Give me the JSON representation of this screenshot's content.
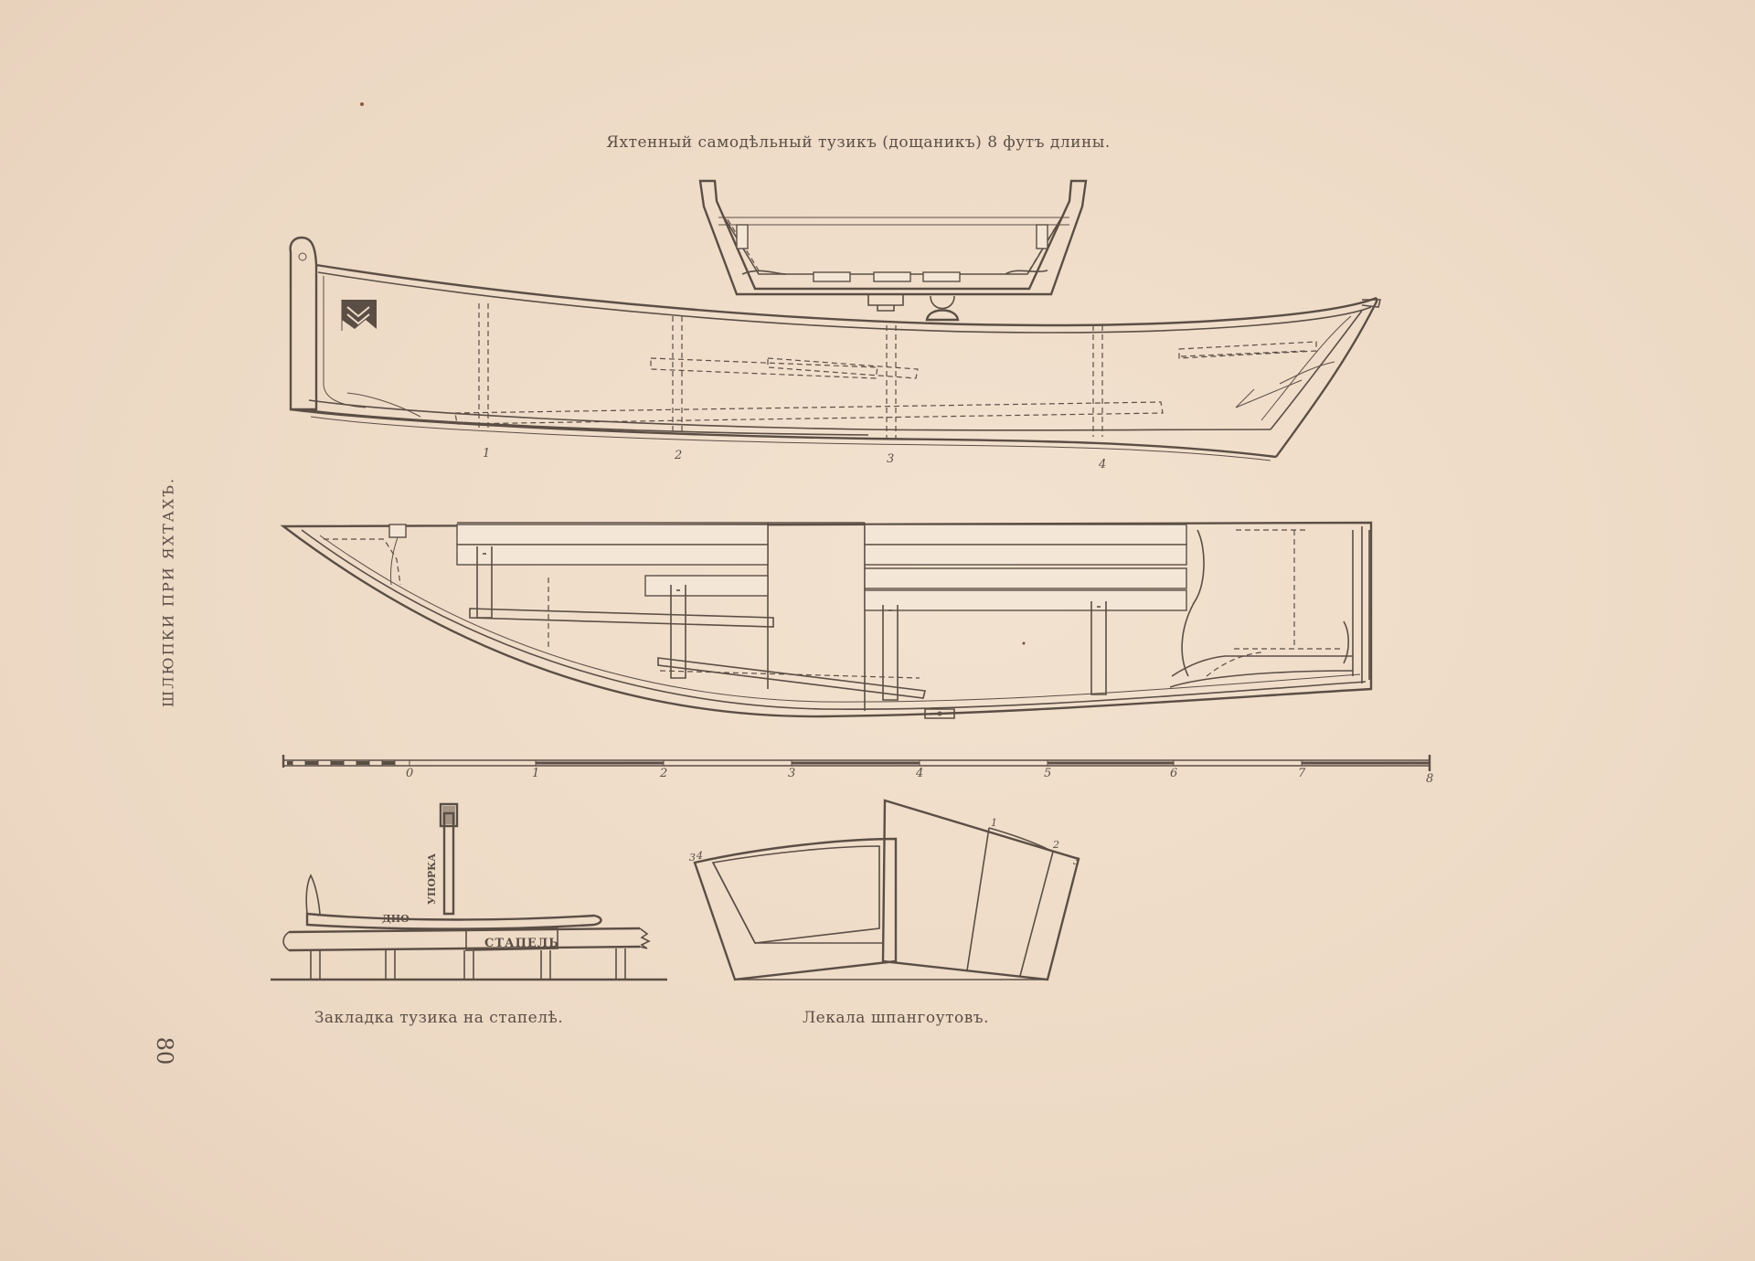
{
  "captions": {
    "title": "Яхтенный самодѣльный тузикъ (дощаникъ) 8 футъ длины.",
    "stapel": "Закладка тузика на стапелѣ.",
    "lekala": "Лекала шпангоутовъ."
  },
  "running_head": "ШЛЮПКИ ПРИ ЯХТАХЪ.",
  "page_number": "80",
  "profile_frame_numbers": [
    "1",
    "2",
    "3",
    "4"
  ],
  "scale_labels": [
    "0",
    "1",
    "2",
    "3",
    "4",
    "5",
    "6",
    "7",
    "8"
  ],
  "stapel_labels": {
    "upora": "УПОРКА",
    "dno": "ДНО",
    "stapel": "СТАПЕЛЬ"
  },
  "lekala_labels": [
    "1",
    "2",
    "3",
    "4",
    "3"
  ]
}
